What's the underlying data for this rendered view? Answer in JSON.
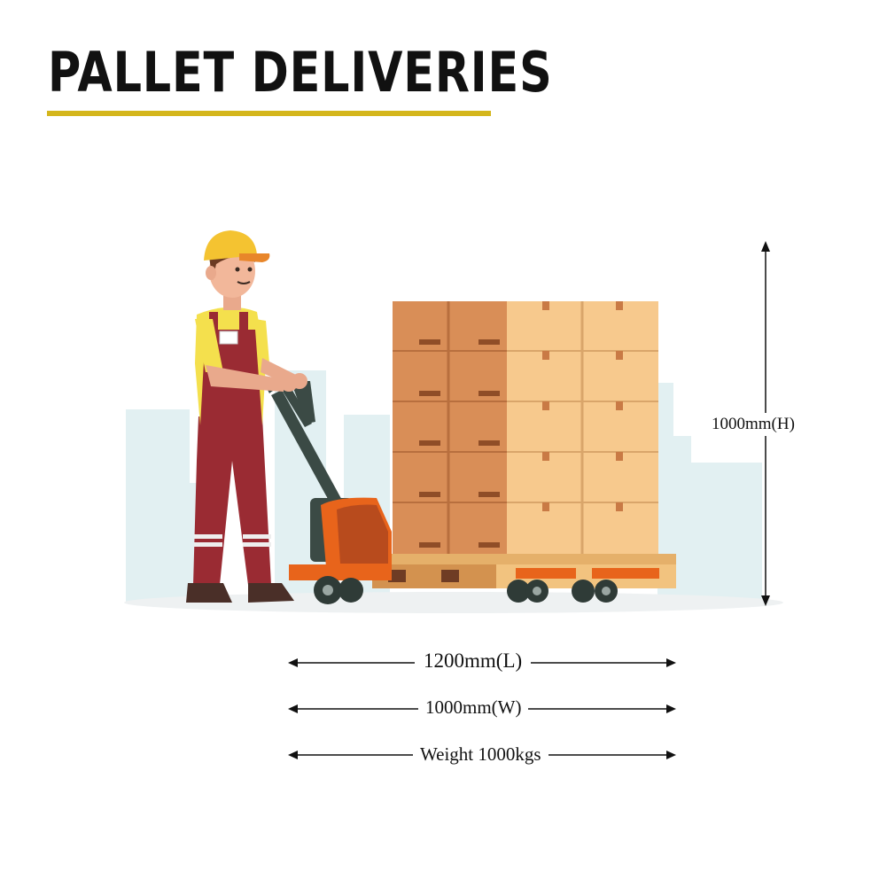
{
  "heading": {
    "title": "PALLET DELIVERIES"
  },
  "dimensions": {
    "height": "1000mm(H)",
    "length": "1200mm(L)",
    "width": "1000mm(W)",
    "weight": "Weight 1000kgs"
  },
  "colors": {
    "accent_underline": "#d4b61c",
    "box_dark": "#d98e57",
    "box_light": "#f7c98d",
    "overalls": "#9a2b33",
    "pallet_jack": "#e8641b"
  }
}
